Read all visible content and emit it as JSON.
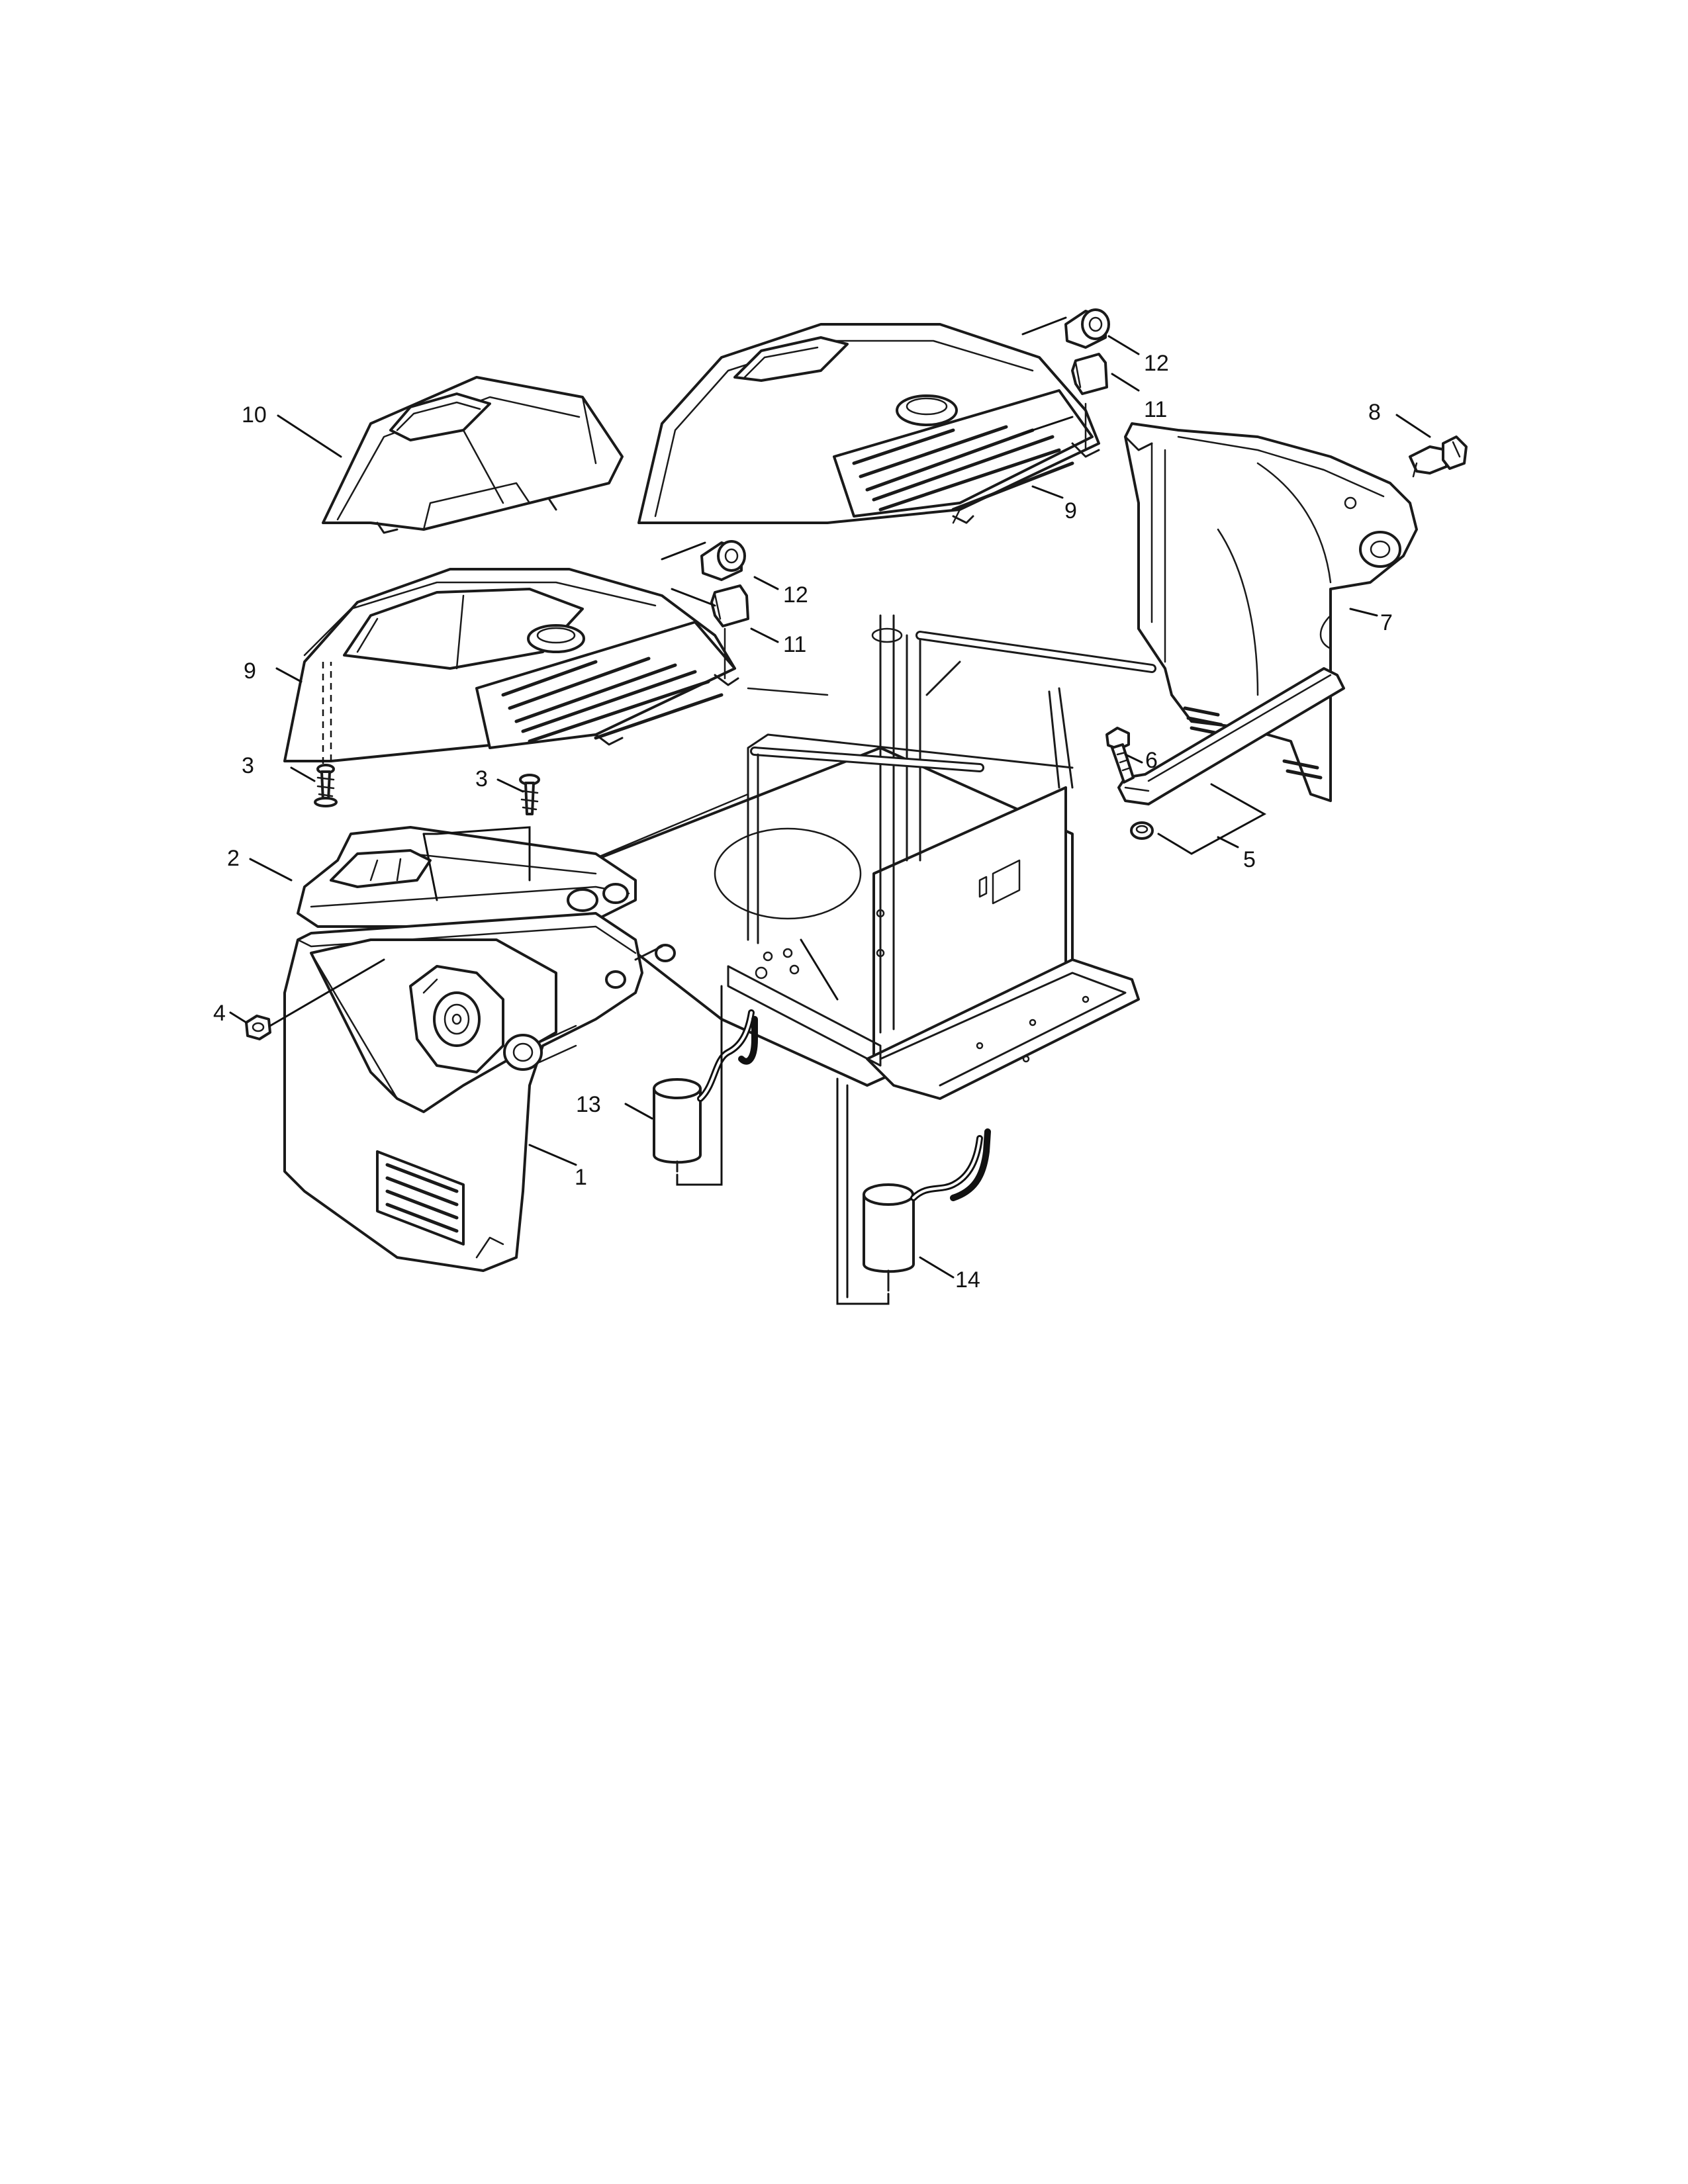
{
  "callouts": {
    "c1": "1",
    "c2": "2",
    "c3a": "3",
    "c3b": "3",
    "c4": "4",
    "c5": "5",
    "c6": "6",
    "c7": "7",
    "c8": "8",
    "c9a": "9",
    "c9b": "9",
    "c10": "10",
    "c11a": "11",
    "c11b": "11",
    "c12a": "12",
    "c12b": "12",
    "c13": "13",
    "c14": "14"
  }
}
